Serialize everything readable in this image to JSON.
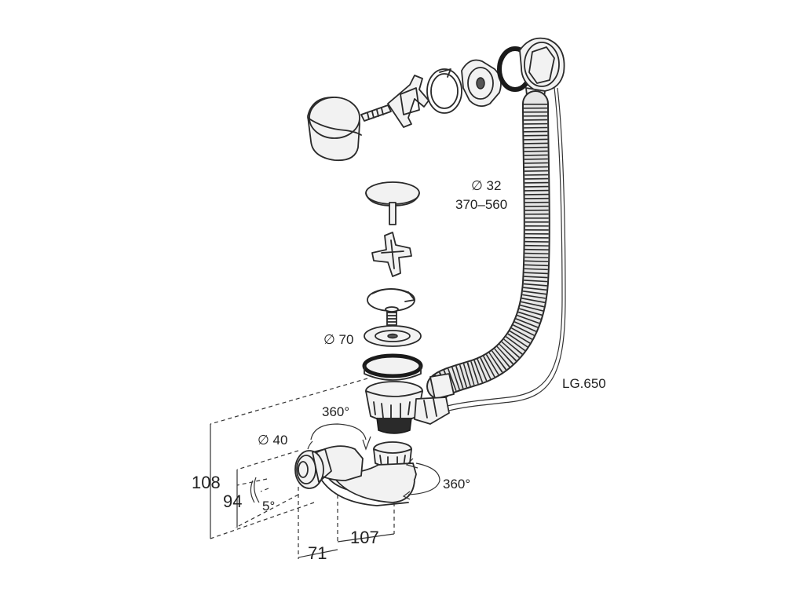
{
  "labels": {
    "hose_diameter": "∅ 32",
    "hose_length": "370–560",
    "flange_diameter": "∅ 70",
    "cable_length": "LG.650",
    "rotation_top": "360°",
    "outlet_diameter": "∅ 40",
    "rotation_right": "360°",
    "dim_height_outer": "108",
    "dim_height_inner": "94",
    "tilt_angle": "5°",
    "dim_width_right": "107",
    "dim_width_left": "71"
  }
}
